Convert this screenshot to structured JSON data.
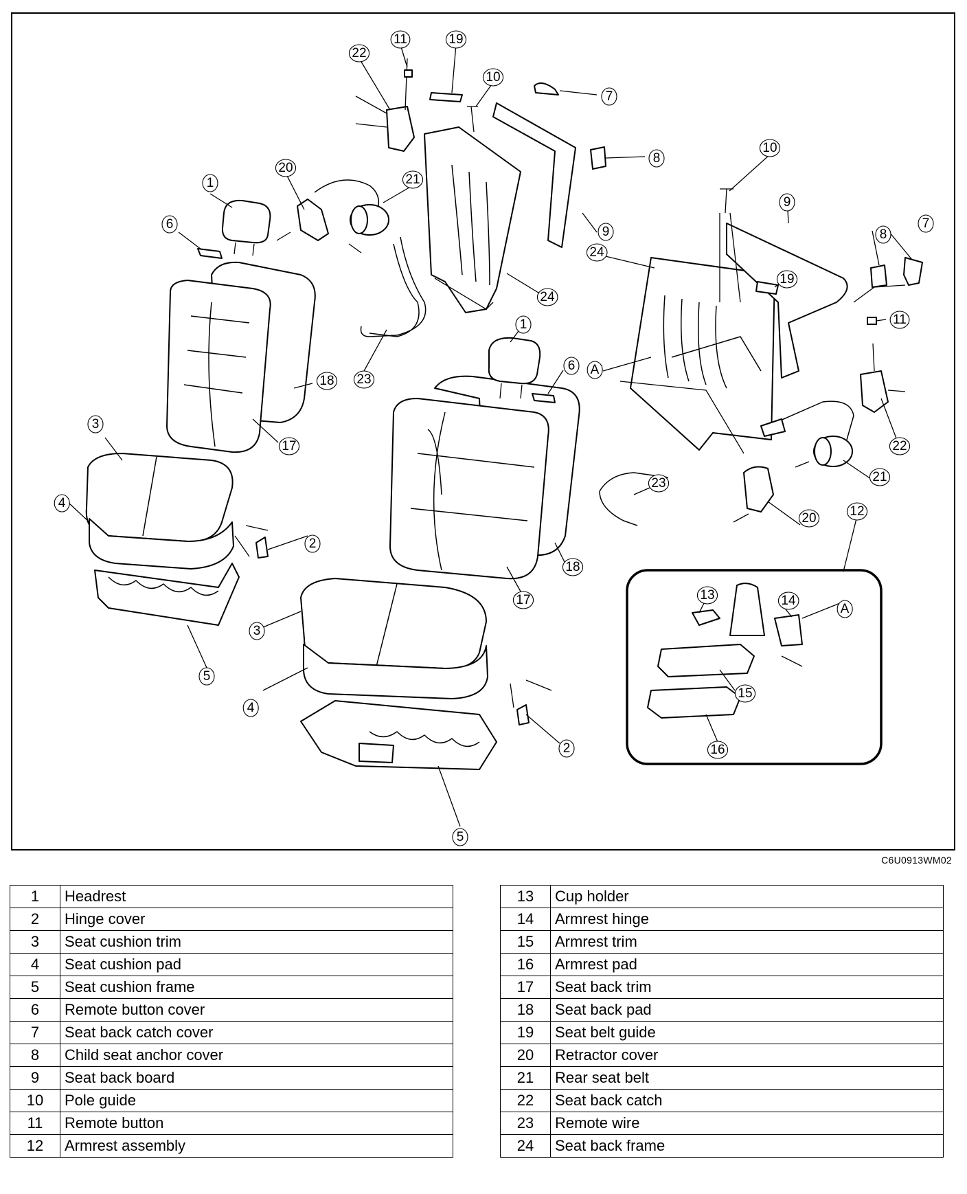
{
  "diagram": {
    "code": "C6U0913WM02",
    "callouts": [
      {
        "text": "1"
      },
      {
        "text": "1"
      },
      {
        "text": "2"
      },
      {
        "text": "2"
      },
      {
        "text": "3"
      },
      {
        "text": "3"
      },
      {
        "text": "4"
      },
      {
        "text": "4"
      },
      {
        "text": "5"
      },
      {
        "text": "5"
      },
      {
        "text": "6"
      },
      {
        "text": "6"
      },
      {
        "text": "7"
      },
      {
        "text": "7"
      },
      {
        "text": "8"
      },
      {
        "text": "8"
      },
      {
        "text": "9"
      },
      {
        "text": "9"
      },
      {
        "text": "10"
      },
      {
        "text": "10"
      },
      {
        "text": "11"
      },
      {
        "text": "11"
      },
      {
        "text": "12"
      },
      {
        "text": "13"
      },
      {
        "text": "14"
      },
      {
        "text": "15"
      },
      {
        "text": "16"
      },
      {
        "text": "17"
      },
      {
        "text": "17"
      },
      {
        "text": "18"
      },
      {
        "text": "18"
      },
      {
        "text": "19"
      },
      {
        "text": "19"
      },
      {
        "text": "20"
      },
      {
        "text": "20"
      },
      {
        "text": "21"
      },
      {
        "text": "21"
      },
      {
        "text": "22"
      },
      {
        "text": "22"
      },
      {
        "text": "23"
      },
      {
        "text": "23"
      },
      {
        "text": "24"
      },
      {
        "text": "24"
      },
      {
        "text": "A"
      },
      {
        "text": "A"
      }
    ]
  },
  "parts_left": [
    {
      "num": "1",
      "name": "Headrest"
    },
    {
      "num": "2",
      "name": "Hinge cover"
    },
    {
      "num": "3",
      "name": "Seat cushion trim"
    },
    {
      "num": "4",
      "name": "Seat cushion pad"
    },
    {
      "num": "5",
      "name": "Seat cushion frame"
    },
    {
      "num": "6",
      "name": "Remote button cover"
    },
    {
      "num": "7",
      "name": "Seat back catch cover"
    },
    {
      "num": "8",
      "name": "Child seat anchor cover"
    },
    {
      "num": "9",
      "name": "Seat back board"
    },
    {
      "num": "10",
      "name": "Pole guide"
    },
    {
      "num": "11",
      "name": "Remote button"
    },
    {
      "num": "12",
      "name": "Armrest assembly"
    }
  ],
  "parts_right": [
    {
      "num": "13",
      "name": "Cup holder"
    },
    {
      "num": "14",
      "name": "Armrest hinge"
    },
    {
      "num": "15",
      "name": "Armrest trim"
    },
    {
      "num": "16",
      "name": "Armrest pad"
    },
    {
      "num": "17",
      "name": "Seat back trim"
    },
    {
      "num": "18",
      "name": "Seat back pad"
    },
    {
      "num": "19",
      "name": "Seat belt guide"
    },
    {
      "num": "20",
      "name": "Retractor cover"
    },
    {
      "num": "21",
      "name": "Rear seat belt"
    },
    {
      "num": "22",
      "name": "Seat back catch"
    },
    {
      "num": "23",
      "name": "Remote wire"
    },
    {
      "num": "24",
      "name": "Seat back frame"
    }
  ]
}
